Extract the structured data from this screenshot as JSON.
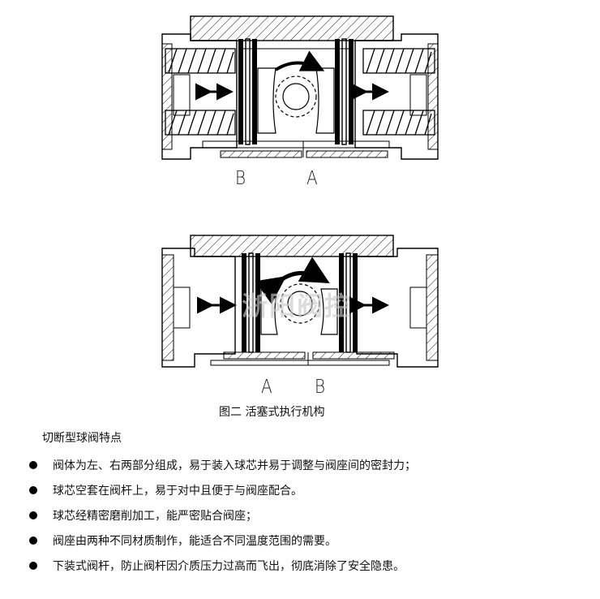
{
  "figure1": {
    "port_left": "B",
    "port_right": "A"
  },
  "figure2": {
    "port_left": "A",
    "port_right": "B"
  },
  "watermark": "浙阳阀控",
  "caption": "图二  活塞式执行机构",
  "heading": "切断型球阀特点",
  "features": [
    "阀体为左、右两部分组成，易于装入球芯并易于调整与阀座间的密封力；",
    "球芯空套在阀杆上，易于对中且便于与阀座配合。",
    "球芯经精密磨削加工，能严密贴合阀座；",
    "阀座由两种不同材质制作，能适合不同温度范围的需要。",
    "下装式阀杆，防止阀杆因介质压力过高而飞出，彻底消除了安全隐患。"
  ]
}
